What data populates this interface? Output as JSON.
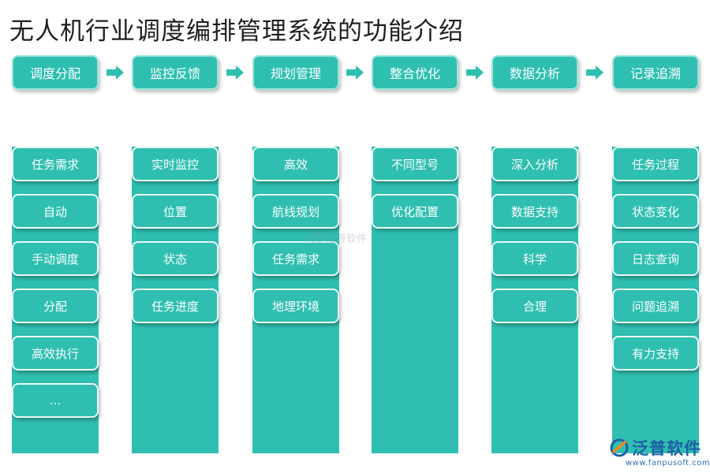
{
  "title": "无人机行业调度编排管理系统的功能介绍",
  "colors": {
    "primary": "#2ebfb0",
    "arrow": "#2ebfb0",
    "logo": "#1e5fa6"
  },
  "columns": [
    {
      "header": "调度分配",
      "items": [
        "任务需求",
        "自动",
        "手动调度",
        "分配",
        "高效执行",
        "..."
      ]
    },
    {
      "header": "监控反馈",
      "items": [
        "实时监控",
        "位置",
        "状态",
        "任务进度"
      ]
    },
    {
      "header": "规划管理",
      "items": [
        "高效",
        "航线规划",
        "任务需求",
        "地理环境"
      ]
    },
    {
      "header": "整合优化",
      "items": [
        "不同型号",
        "优化配置"
      ]
    },
    {
      "header": "数据分析",
      "items": [
        "深入分析",
        "数据支持",
        "科学",
        "合理"
      ]
    },
    {
      "header": "记录追溯",
      "items": [
        "任务过程",
        "状态变化",
        "日志查询",
        "问题追溯",
        "有力支持"
      ]
    }
  ],
  "watermark": {
    "text": "泛普软件"
  },
  "logo": {
    "text": "泛普软件",
    "url": "www.fanpusoft.com",
    "icon": "fanpu-logo-icon"
  }
}
